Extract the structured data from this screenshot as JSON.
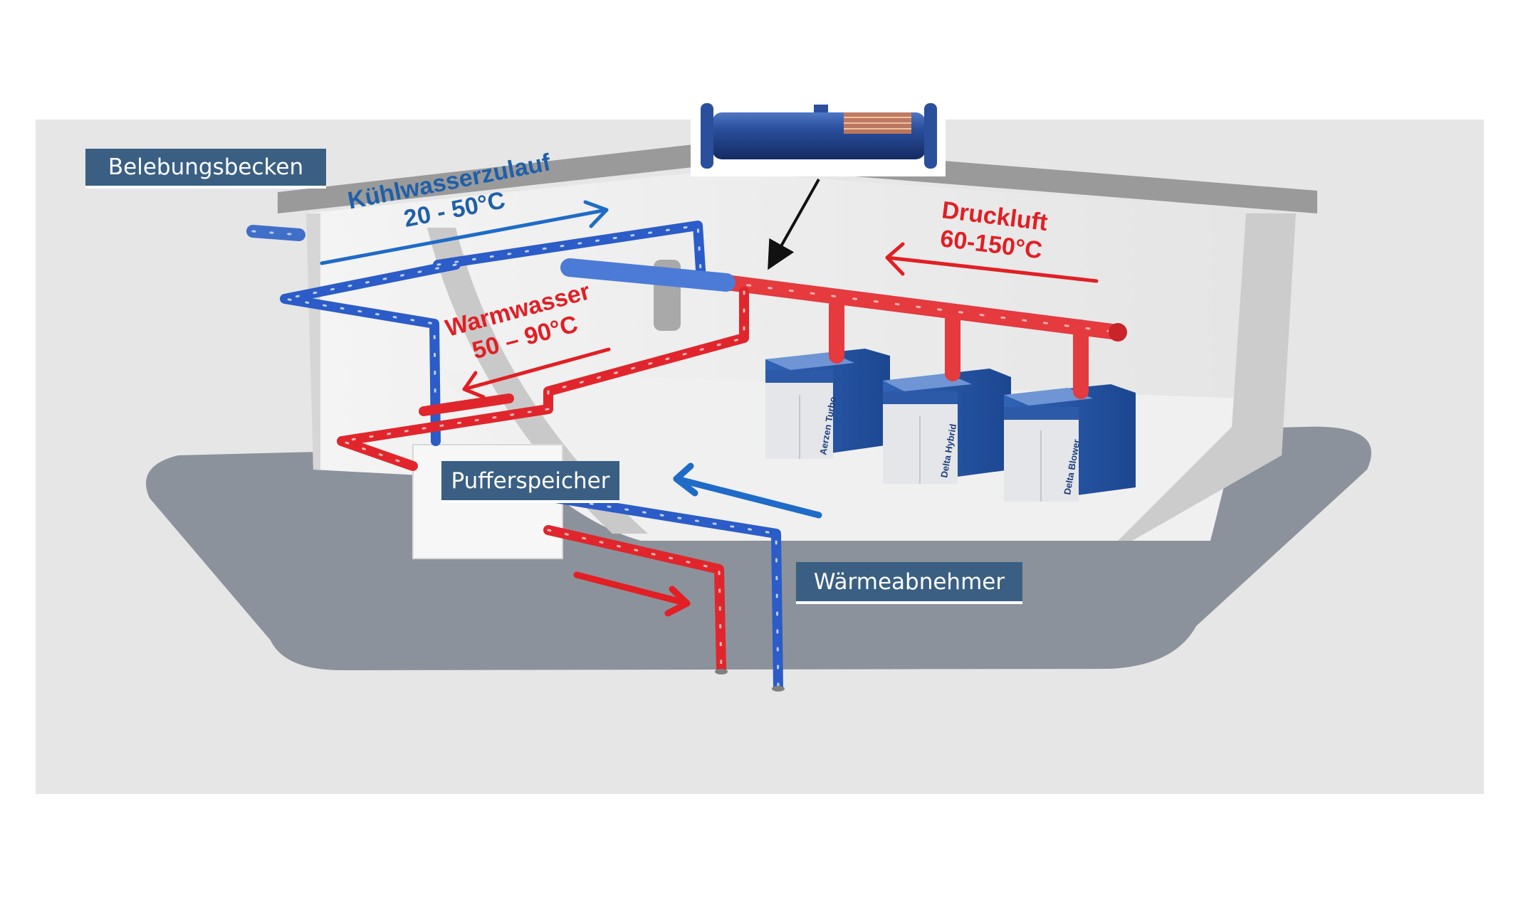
{
  "labels": {
    "belebungsbecken": "Belebungsbecken",
    "pufferspeicher": "Pufferspeicher",
    "waermeabnehmer": "Wärmeabnehmer"
  },
  "flows": {
    "kuehlwasser": {
      "name": "Kühlwasserzulauf",
      "temp": "20 - 50°C"
    },
    "druckluft": {
      "name": "Druckluft",
      "temp": "60-150°C"
    },
    "warmwasser": {
      "name": "Warmwasser",
      "temp": "50 – 90°C"
    }
  },
  "compressor_brands": [
    "Aerzen Turbo",
    "Delta Hybrid",
    "Delta Blower"
  ],
  "colors": {
    "hot": "#e11f24",
    "cold": "#1f5fa8",
    "label_bg": "#3a5f83",
    "floor": "#8c929b",
    "building": "#f1f1f1",
    "background": "#e6e6e6"
  }
}
